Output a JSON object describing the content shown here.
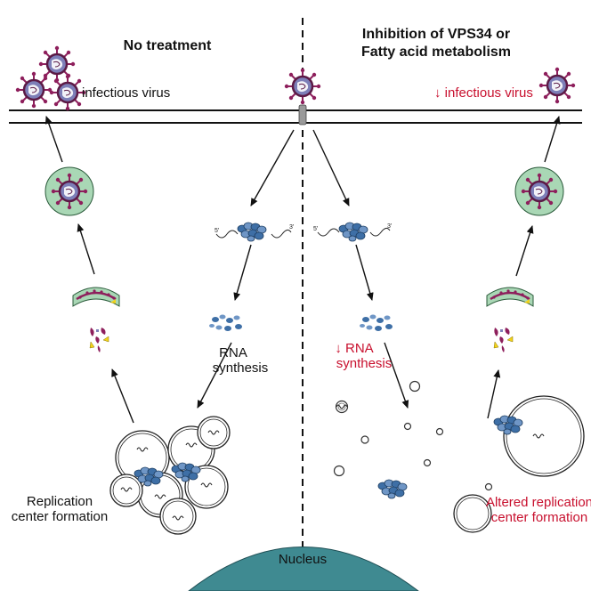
{
  "left_panel": {
    "title": "No treatment",
    "virus_label": "infectious virus",
    "rna_label_line1": "RNA",
    "rna_label_line2": "synthesis",
    "replication_line1": "Replication",
    "replication_line2": "center formation"
  },
  "right_panel": {
    "title_line1": "Inhibition of VPS34 or",
    "title_line2": "Fatty acid metabolism",
    "virus_label": "↓ infectious virus",
    "rna_label_line1": "↓ RNA",
    "rna_label_line2": "synthesis",
    "replication_line1": "Altered replication",
    "replication_line2": "center formation"
  },
  "nucleus_label": "Nucleus",
  "rna_ends": {
    "five_prime": "5'",
    "three_prime": "3'"
  },
  "colors": {
    "inhibited_text": "#c8102e",
    "nucleus": "#3f8a91",
    "vesicle": "#a9d7b5",
    "virus_membrane": "#8e1f5c",
    "virus_core": "#7d7fb8",
    "protein_blue": "#3e6fa6",
    "lines": "#111111"
  }
}
